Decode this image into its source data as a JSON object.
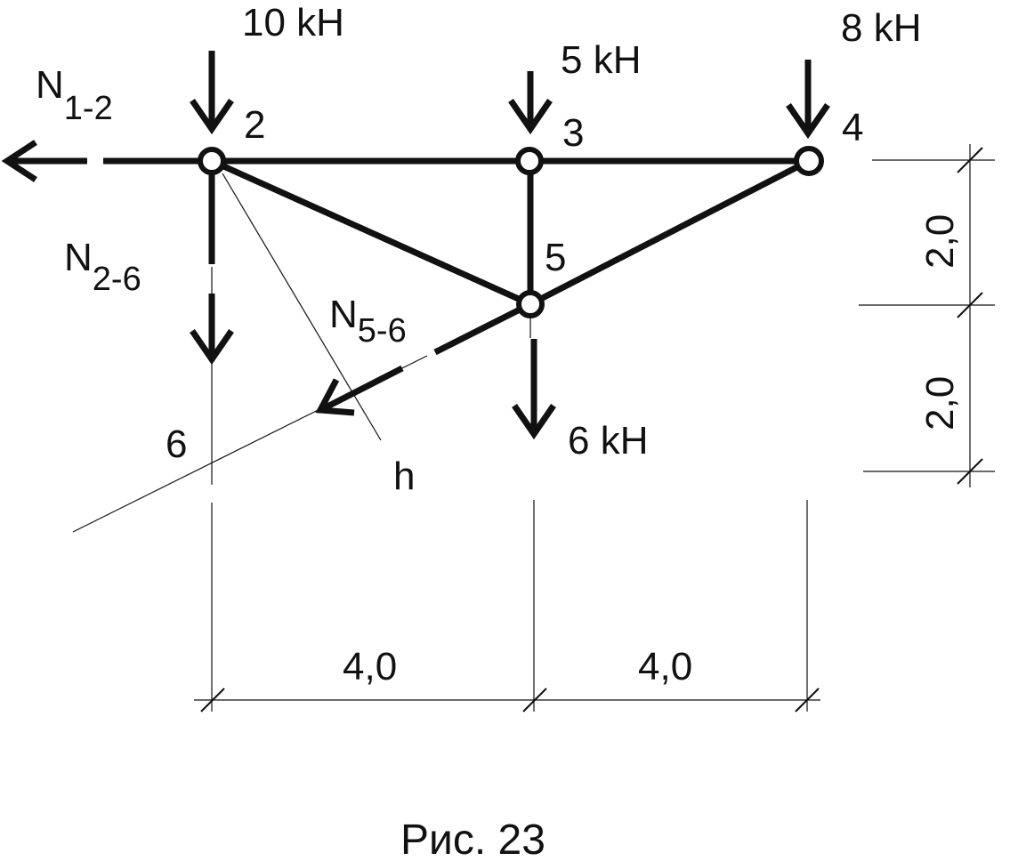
{
  "loads": {
    "f2": "10 kH",
    "f3": "5 kH",
    "f4": "8 kH",
    "f5": "6 kH"
  },
  "nodes": {
    "n2": "2",
    "n3": "3",
    "n4": "4",
    "n5": "5",
    "n6": "6"
  },
  "forces": {
    "n12_main": "N",
    "n12_sub": "1-2",
    "n26_main": "N",
    "n26_sub": "2-6",
    "n56_main": "N",
    "n56_sub": "5-6"
  },
  "h_label": "h",
  "dims": {
    "v_top": "2,0",
    "v_bottom": "2,0",
    "h_left": "4,0",
    "h_right": "4,0"
  },
  "caption": "Рис. 23"
}
